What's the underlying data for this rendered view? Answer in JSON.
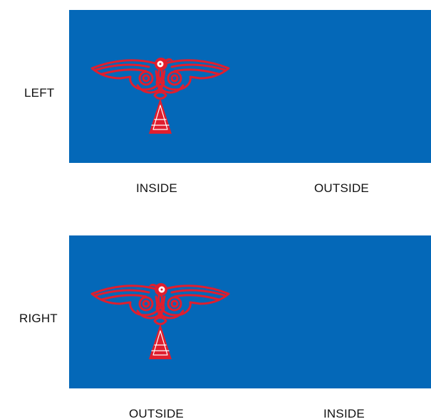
{
  "colors": {
    "flag_blue": "#0468b8",
    "emblem_red": "#e01e2e"
  },
  "emblem": {
    "icon": "thunderbird-emblem-icon"
  },
  "panels": [
    {
      "side_label": "LEFT",
      "face_labels": [
        "INSIDE",
        "OUTSIDE"
      ]
    },
    {
      "side_label": "RIGHT",
      "face_labels": [
        "OUTSIDE",
        "INSIDE"
      ]
    }
  ]
}
